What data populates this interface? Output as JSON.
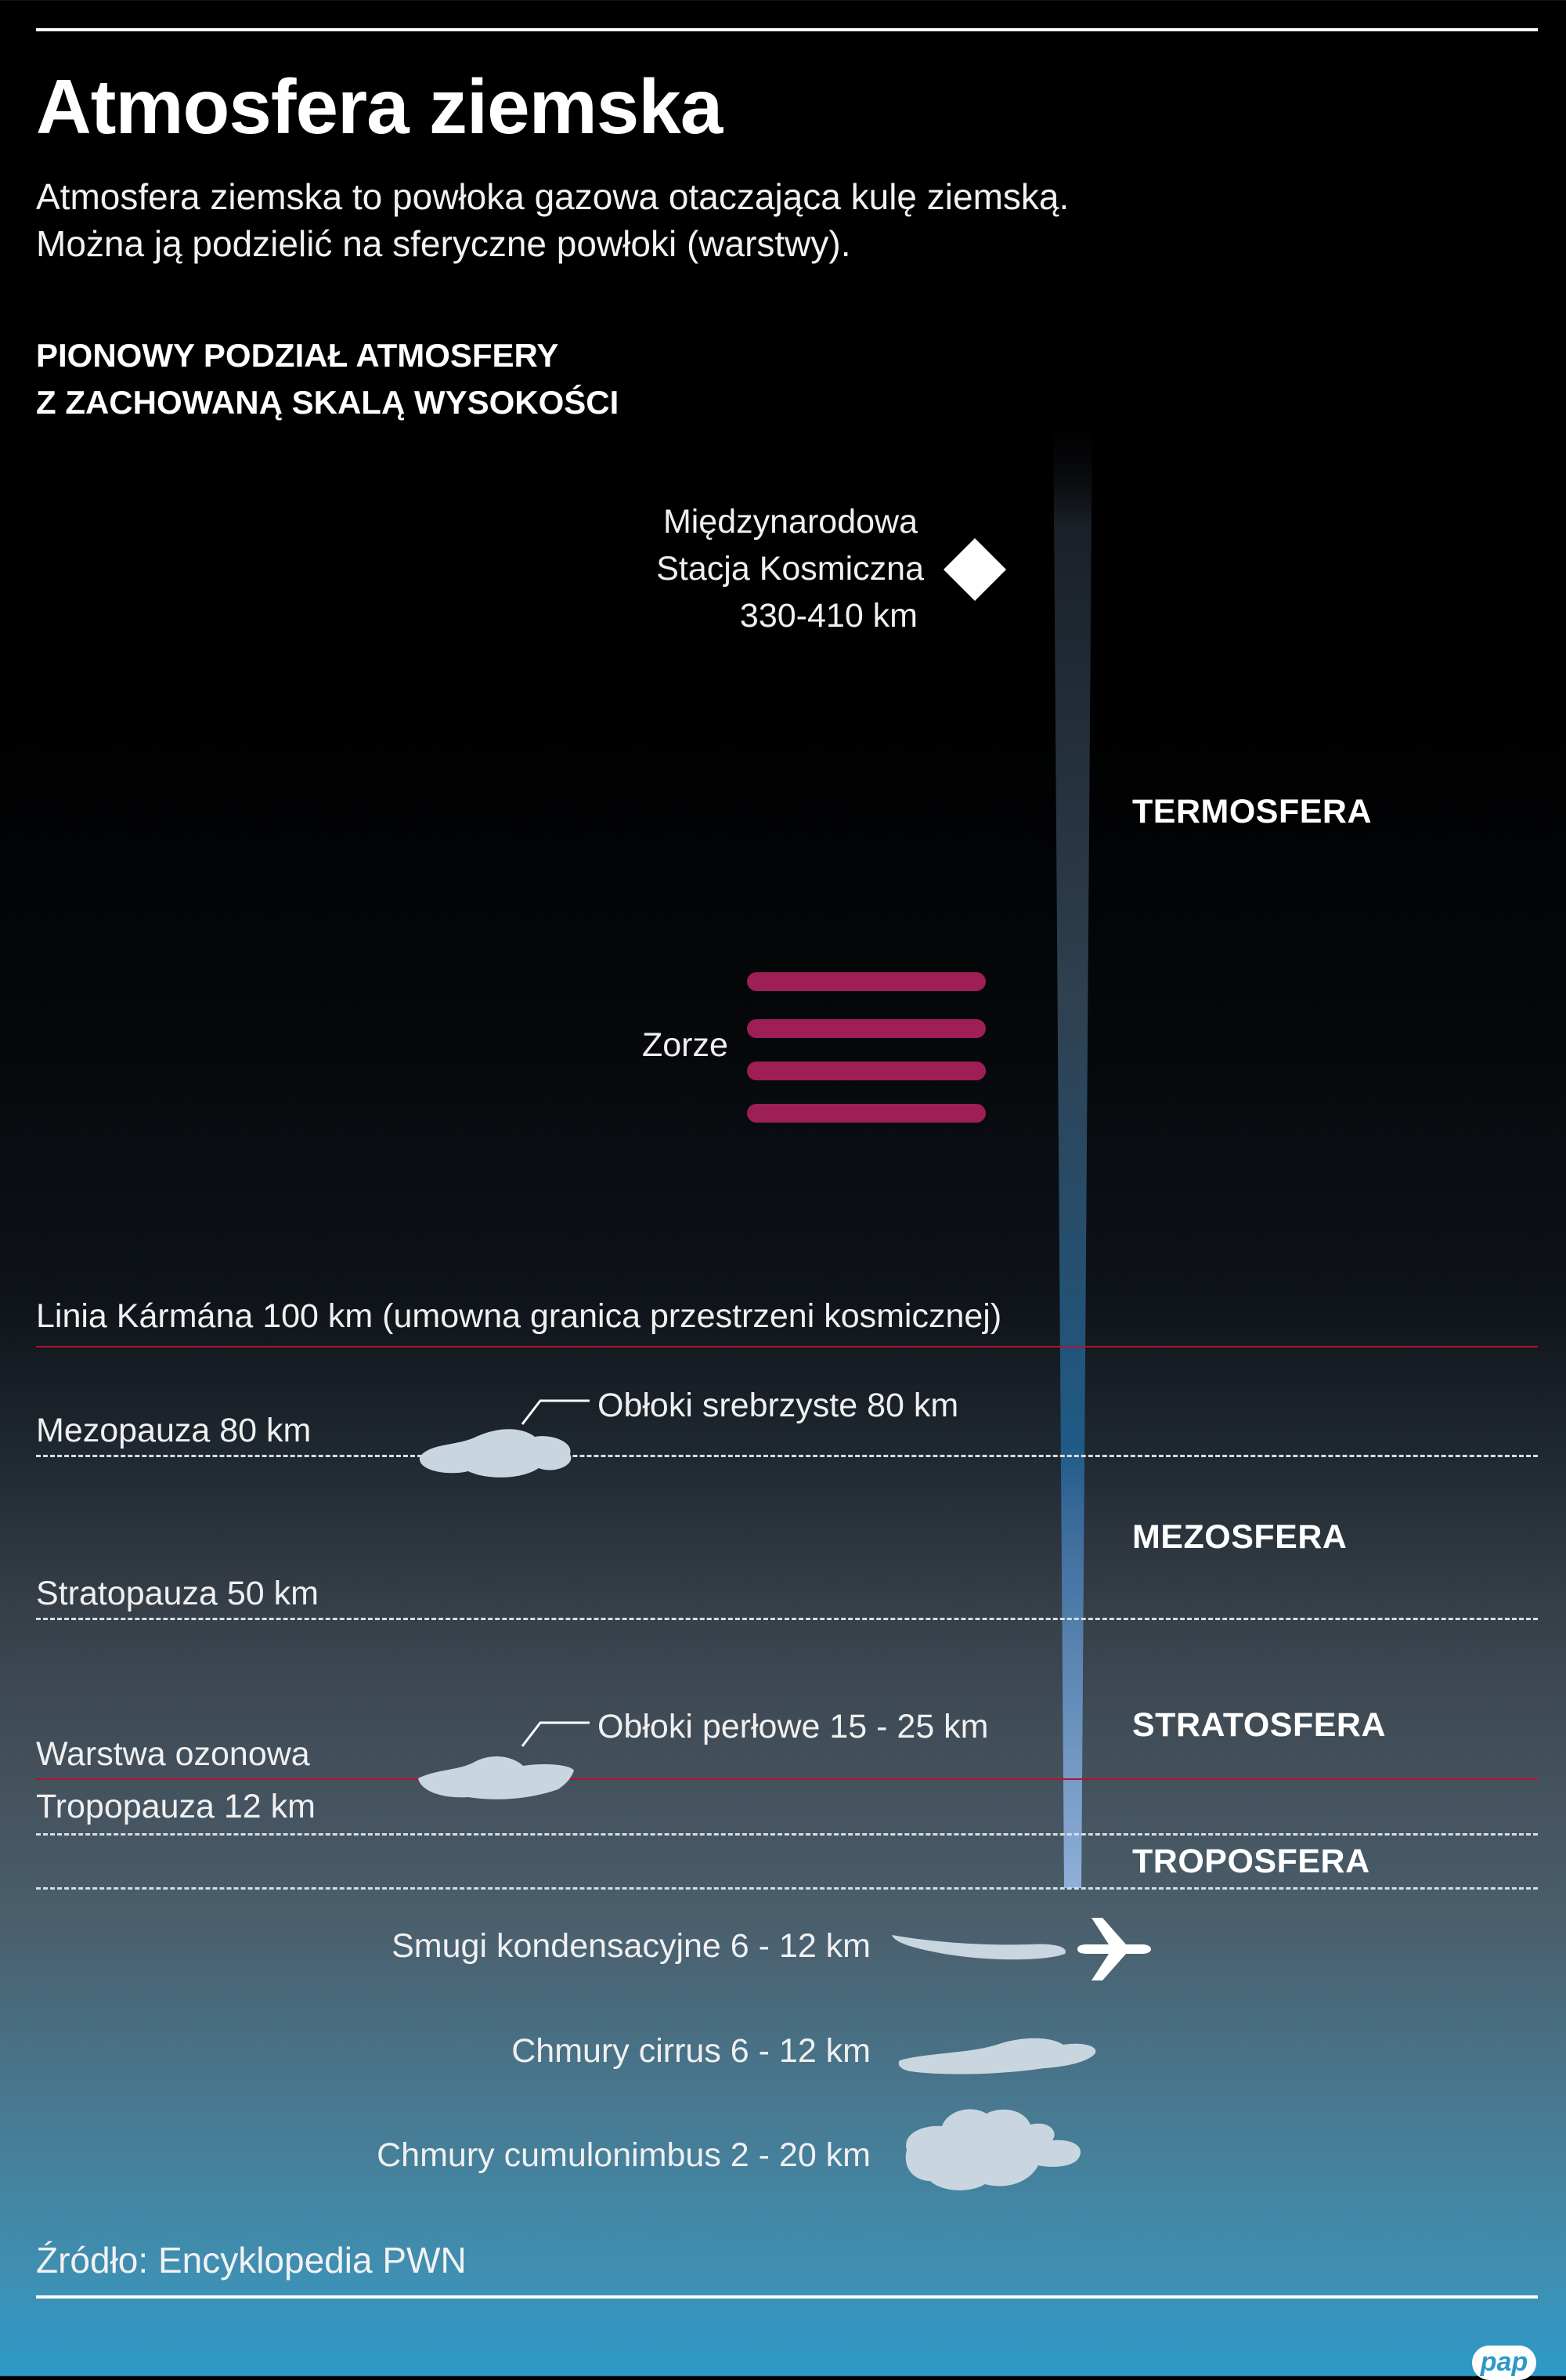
{
  "header": {
    "title": "Atmosfera ziemska",
    "subtitle_line1": "Atmosfera ziemska to powłoka gazowa otaczająca kulę ziemską.",
    "subtitle_line2": "Można ją podzielić na sferyczne powłoki (warstwy).",
    "section_heading_line1": "PIONOWY PODZIAŁ ATMOSFERY",
    "section_heading_line2": "Z ZACHOWANĄ SKALĄ WYSOKOŚCI"
  },
  "features": {
    "iss_line1": "Międzynarodowa",
    "iss_line2": "Stacja Kosmiczna",
    "iss_line3": "330-410 km",
    "aurora": "Zorze",
    "noctilucent": "Obłoki srebrzyste 80 km",
    "nacreous": "Obłoki perłowe 15 - 25 km",
    "contrails": "Smugi kondensacyjne 6 - 12 km",
    "cirrus": "Chmury cirrus 6 - 12 km",
    "cumulonimbus": "Chmury cumulonimbus 2 - 20 km"
  },
  "boundaries": {
    "karman": "Linia Kármána 100 km (umowna granica przestrzeni kosmicznej)",
    "mesopause": "Mezopauza 80 km",
    "stratopause": "Stratopauza 50 km",
    "ozone": "Warstwa ozonowa",
    "tropopause": "Tropopauza 12 km"
  },
  "layers": {
    "thermosphere": "TERMOSFERA",
    "mesosphere": "MEZOSFERA",
    "stratosphere": "STRATOSFERA",
    "troposphere": "TROPOSFERA"
  },
  "footer": {
    "source": "Źródło: Encyklopedia PWN",
    "logo_text": "pap"
  },
  "colors": {
    "aurora": "#9e1f55",
    "karman_line": "#b3122e",
    "cloud": "#c9d6df",
    "bottom_blue": "#2d99c8"
  },
  "icons": [
    "diamond-icon",
    "airplane-icon",
    "cloud-icon"
  ]
}
